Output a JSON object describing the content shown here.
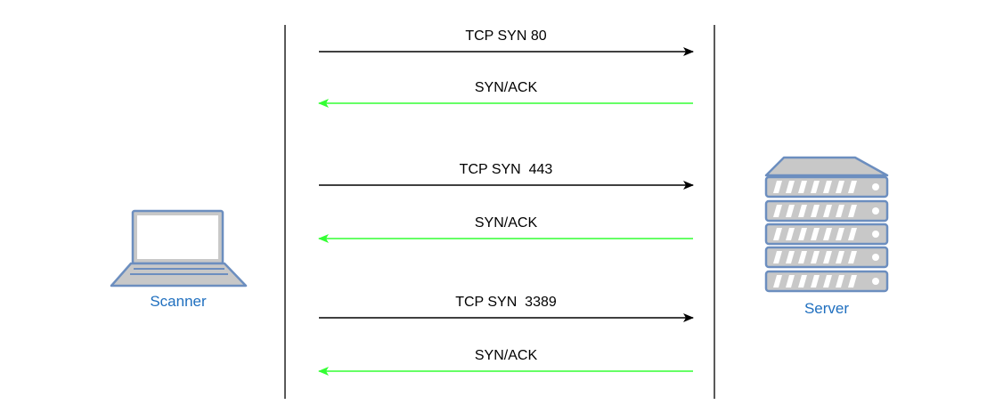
{
  "nodes": {
    "scanner": {
      "label": "Scanner",
      "icon": "laptop-icon"
    },
    "server": {
      "label": "Server",
      "icon": "server-rack-icon"
    }
  },
  "messages": [
    {
      "label": "TCP SYN 80",
      "direction": "to-server",
      "color": "#000000"
    },
    {
      "label": "SYN/ACK",
      "direction": "to-scanner",
      "color": "#33ff33"
    },
    {
      "label": "TCP SYN  443",
      "direction": "to-server",
      "color": "#000000"
    },
    {
      "label": "SYN/ACK",
      "direction": "to-scanner",
      "color": "#33ff33"
    },
    {
      "label": "TCP SYN  3389",
      "direction": "to-server",
      "color": "#000000"
    },
    {
      "label": "SYN/ACK",
      "direction": "to-scanner",
      "color": "#33ff33"
    }
  ],
  "colors": {
    "icon_stroke": "#6c8ebf",
    "icon_fill": "#c8c8c8",
    "node_label": "#1f6fbf",
    "lifeline": "#000000"
  }
}
